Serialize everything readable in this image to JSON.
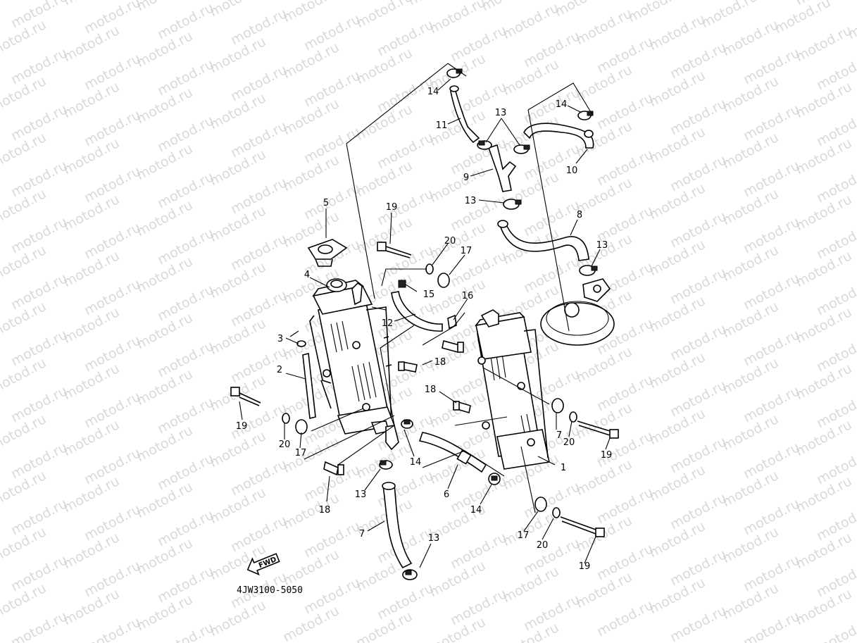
{
  "watermark_text": "motod.ru",
  "diagram_code": "4JW3100-5050",
  "fwd_label": "FWD",
  "callouts": [
    {
      "id": "c14a",
      "number": "14"
    },
    {
      "id": "c11",
      "number": "11"
    },
    {
      "id": "c13a",
      "number": "13"
    },
    {
      "id": "c14b",
      "number": "14"
    },
    {
      "id": "c10",
      "number": "10"
    },
    {
      "id": "c9",
      "number": "9"
    },
    {
      "id": "c13b",
      "number": "13"
    },
    {
      "id": "c8",
      "number": "8"
    },
    {
      "id": "c13c",
      "number": "13"
    },
    {
      "id": "c5",
      "number": "5"
    },
    {
      "id": "c19a",
      "number": "19"
    },
    {
      "id": "c20a",
      "number": "20"
    },
    {
      "id": "c17a",
      "number": "17"
    },
    {
      "id": "c4",
      "number": "4"
    },
    {
      "id": "c15",
      "number": "15"
    },
    {
      "id": "c16",
      "number": "16"
    },
    {
      "id": "c12",
      "number": "12"
    },
    {
      "id": "c3",
      "number": "3"
    },
    {
      "id": "c18a",
      "number": "18"
    },
    {
      "id": "c2",
      "number": "2"
    },
    {
      "id": "c18b",
      "number": "18"
    },
    {
      "id": "c19b",
      "number": "19"
    },
    {
      "id": "c20b",
      "number": "20"
    },
    {
      "id": "c17b",
      "number": "17"
    },
    {
      "id": "c14c",
      "number": "14"
    },
    {
      "id": "c7r",
      "number": "7"
    },
    {
      "id": "c20c",
      "number": "20"
    },
    {
      "id": "c19c",
      "number": "19"
    },
    {
      "id": "c1",
      "number": "1"
    },
    {
      "id": "c13d",
      "number": "13"
    },
    {
      "id": "c18c",
      "number": "18"
    },
    {
      "id": "c6",
      "number": "6"
    },
    {
      "id": "c14d",
      "number": "14"
    },
    {
      "id": "c7",
      "number": "7"
    },
    {
      "id": "c13e",
      "number": "13"
    },
    {
      "id": "c17c",
      "number": "17"
    },
    {
      "id": "c20d",
      "number": "20"
    },
    {
      "id": "c19d",
      "number": "19"
    }
  ]
}
